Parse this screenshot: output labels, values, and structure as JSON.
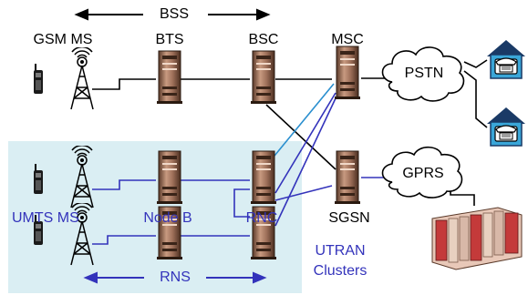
{
  "labels": {
    "bss": "BSS",
    "gsm_ms": "GSM MS",
    "bts": "BTS",
    "bsc": "BSC",
    "msc": "MSC",
    "pstn": "PSTN",
    "gprs": "GPRS",
    "umts_ms": "UMTS MS",
    "node_b": "Node B",
    "rnc": "RNC",
    "sgsn": "SGSN",
    "utran_line1": "UTRAN",
    "utran_line2": "Clusters",
    "rns": "RNS"
  },
  "colors": {
    "gsm_link": "#000000",
    "umts_link": "#3333bb",
    "sgsn_link": "#2a8fcf",
    "utran_region": "#daeef3",
    "cloud_fill": "#ffffff",
    "house_fill": "#3aa6d8",
    "server_body": "#b08068"
  },
  "icons": {
    "mobile": "mobile-phone-icon",
    "antenna": "antenna-tower-icon",
    "server": "server-tower-icon",
    "cloud": "network-cloud-icon",
    "house": "house-telephone-icon",
    "server_rack": "server-rack-icon"
  }
}
